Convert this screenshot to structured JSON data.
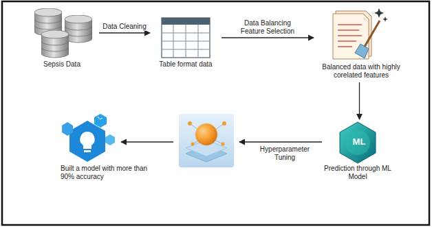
{
  "diagram": {
    "nodes": [
      {
        "text": [
          "Sepsis Data"
        ]
      },
      {
        "text": [
          "Table format data"
        ]
      },
      {
        "text": [
          "Balanced data with highly corelated features"
        ]
      },
      {
        "text": [
          "Prediction through ML Model"
        ]
      },
      {
        "text": [
          "Built a model with more than 90% accuracy"
        ]
      }
    ],
    "edges": [
      {
        "from": 0,
        "to": 1,
        "arrow": "to",
        "label": "Data Cleaning"
      },
      {
        "from": 1,
        "to": 2,
        "arrow": "to",
        "label": "Data Balancing Feature Selection"
      },
      {
        "from": 2,
        "to": 3,
        "arrow": "to"
      }
    ],
    "labels": [
      "Hyperparameter Tuning",
      "ML"
    ]
  }
}
